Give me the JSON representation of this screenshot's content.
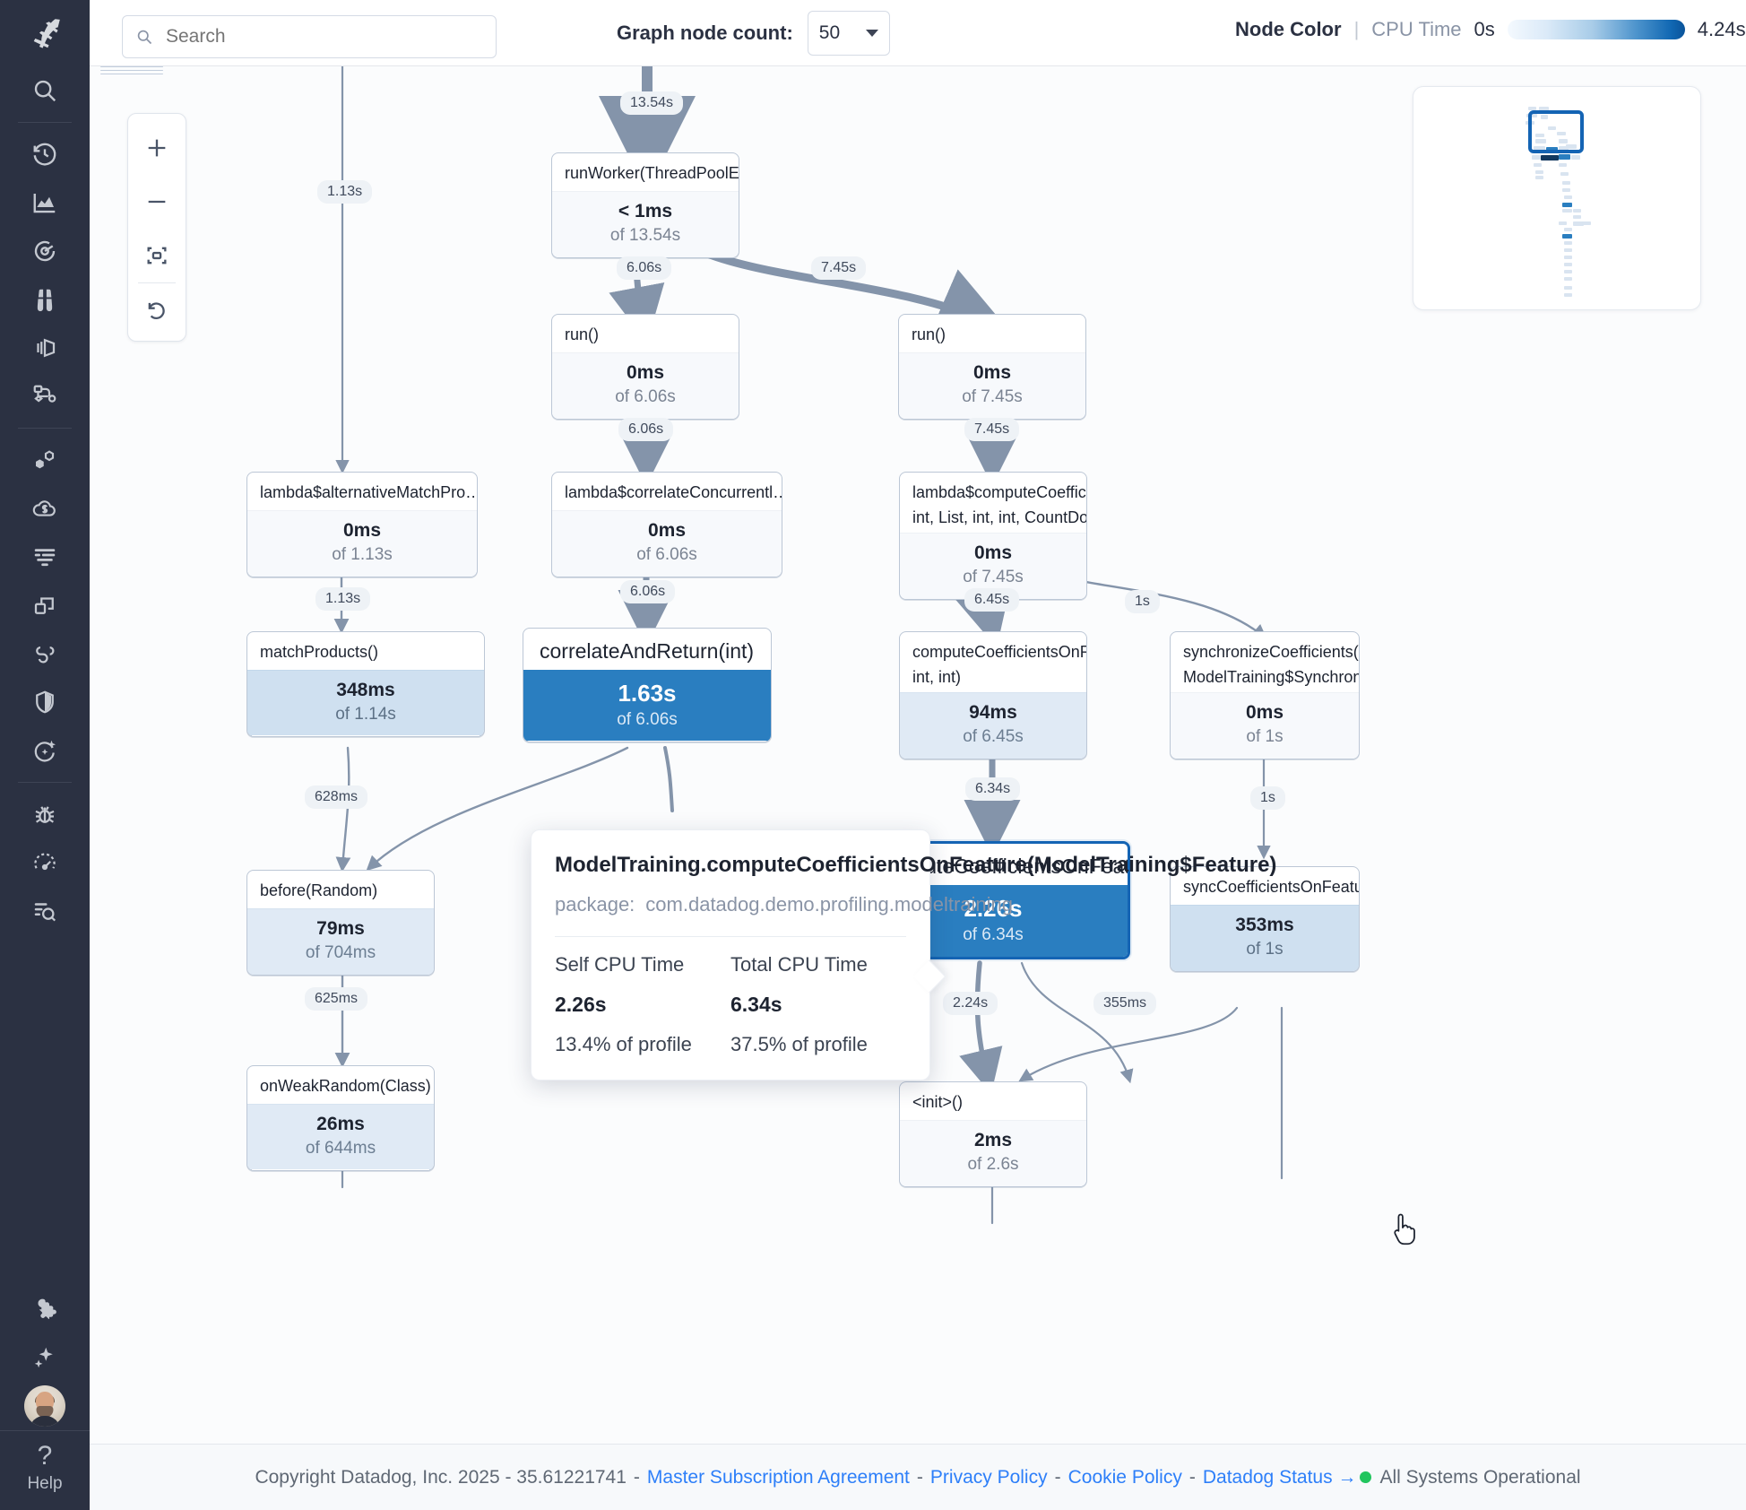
{
  "app": {
    "logo_name": "datadog-logo"
  },
  "sidebar": {
    "items": [
      {
        "icon": "search-icon",
        "name": "sidebar-item-search"
      },
      {
        "icon": "history-icon",
        "name": "sidebar-item-watchdog-history"
      },
      {
        "icon": "dashboards-icon",
        "name": "sidebar-item-dashboards"
      },
      {
        "icon": "metrics-icon",
        "name": "sidebar-item-metrics"
      },
      {
        "icon": "binoculars-icon",
        "name": "sidebar-item-watchdog"
      },
      {
        "icon": "layers-icon",
        "name": "sidebar-item-infrastructure"
      },
      {
        "icon": "service-map-icon",
        "name": "sidebar-item-apm"
      },
      {
        "icon": "containers-icon",
        "name": "sidebar-item-containers"
      },
      {
        "icon": "cloud-cost-icon",
        "name": "sidebar-item-cloud-cost"
      },
      {
        "icon": "logs-icon",
        "name": "sidebar-item-logs"
      },
      {
        "icon": "apm-traces-icon",
        "name": "sidebar-item-traces"
      },
      {
        "icon": "link-icon",
        "name": "sidebar-item-synthetics"
      },
      {
        "icon": "shield-icon",
        "name": "sidebar-item-security"
      },
      {
        "icon": "sparkle-icon",
        "name": "sidebar-item-ai"
      },
      {
        "icon": "bug-icon",
        "name": "sidebar-item-error-tracking"
      },
      {
        "icon": "gauge-icon",
        "name": "sidebar-item-performance"
      },
      {
        "icon": "profiler-search-icon",
        "name": "sidebar-item-profiler"
      },
      {
        "icon": "puzzle-icon",
        "name": "sidebar-item-integrations"
      },
      {
        "icon": "sparkles-icon",
        "name": "sidebar-item-bits-ai"
      }
    ],
    "help_label": "Help"
  },
  "topbar": {
    "search_placeholder": "Search",
    "node_count_label": "Graph node count:",
    "node_count_value": "50",
    "legend": {
      "title": "Node Color",
      "divider": "|",
      "metric": "CPU Time",
      "min": "0s",
      "max": "4.24s",
      "gradient_from": "#f4f9fe",
      "gradient_to": "#0a539a"
    }
  },
  "zoom_controls": {
    "zoom_in": "plus-icon",
    "zoom_out": "minus-icon",
    "fit": "fit-to-screen-icon",
    "reset": "reset-icon"
  },
  "graph": {
    "nodes": [
      {
        "id": "runWorker",
        "title": "runWorker(ThreadPoolExecut…)",
        "title2": "",
        "self": "< 1ms",
        "total": "of 13.54s",
        "heat": "none",
        "selected": false,
        "stacked": false,
        "big": false
      },
      {
        "id": "run_left",
        "title": "run()",
        "title2": "",
        "self": "0ms",
        "total": "of 6.06s",
        "heat": "none",
        "selected": false,
        "stacked": false,
        "big": false
      },
      {
        "id": "run_right",
        "title": "run()",
        "title2": "",
        "self": "0ms",
        "total": "of 7.45s",
        "heat": "none",
        "selected": false,
        "stacked": false,
        "big": false
      },
      {
        "id": "lambdaAlt",
        "title": "lambda$alternativeMatchPro…",
        "title2": "",
        "self": "0ms",
        "total": "of 1.13s",
        "heat": "none",
        "selected": false,
        "stacked": false,
        "big": false
      },
      {
        "id": "lambdaCorr",
        "title": "lambda$correlateConcurrentl…",
        "title2": "",
        "self": "0ms",
        "total": "of 6.06s",
        "heat": "none",
        "selected": false,
        "stacked": false,
        "big": false
      },
      {
        "id": "lambdaComp",
        "title": "lambda$computeCoefficients…",
        "title2": "int, List, int, int, CountDownLa…",
        "self": "0ms",
        "total": "of 7.45s",
        "heat": "none",
        "selected": false,
        "stacked": false,
        "big": false
      },
      {
        "id": "matchProd",
        "title": "matchProducts()",
        "title2": "",
        "self": "348ms",
        "total": "of 1.14s",
        "heat": "mid",
        "selected": false,
        "stacked": true,
        "big": false
      },
      {
        "id": "correlate",
        "title": "correlateAndReturn(int)",
        "title2": "",
        "self": "1.63s",
        "total": "of 6.06s",
        "heat": "hot",
        "selected": false,
        "stacked": true,
        "big": true
      },
      {
        "id": "compRange",
        "title": "computeCoefficientsOnRange(…",
        "title2": "int, int)",
        "self": "94ms",
        "total": "of 6.45s",
        "heat": "low",
        "selected": false,
        "stacked": false,
        "big": false
      },
      {
        "id": "syncCoef",
        "title": "synchronizeCoefficients(Coun…",
        "title2": "ModelTraining$SynchronizedL…",
        "self": "0ms",
        "total": "of 1s",
        "heat": "none",
        "selected": false,
        "stacked": false,
        "big": false
      },
      {
        "id": "before",
        "title": "before(Random)",
        "title2": "",
        "self": "79ms",
        "total": "of 704ms",
        "heat": "low",
        "selected": false,
        "stacked": false,
        "big": false
      },
      {
        "id": "compFeat",
        "title": "computeCoefficientsOnFeat…",
        "title2": "",
        "self": "2.26s",
        "total": "of 6.34s",
        "heat": "hot",
        "selected": true,
        "stacked": false,
        "big": true
      },
      {
        "id": "syncFeat",
        "title": "syncCoefficientsOnFeature(Mo…",
        "title2": "",
        "self": "353ms",
        "total": "of 1s",
        "heat": "mid",
        "selected": false,
        "stacked": false,
        "big": false
      },
      {
        "id": "onWeak",
        "title": "onWeakRandom(Class)",
        "title2": "",
        "self": "26ms",
        "total": "of 644ms",
        "heat": "low",
        "selected": false,
        "stacked": true,
        "big": false
      },
      {
        "id": "init",
        "title": "<init>()",
        "title2": "",
        "self": "2ms",
        "total": "of 2.6s",
        "heat": "none",
        "selected": false,
        "stacked": false,
        "big": false
      }
    ],
    "edge_labels": [
      {
        "id": "e_top",
        "text": "13.54s"
      },
      {
        "id": "e_alt",
        "text": "1.13s"
      },
      {
        "id": "e_worker_l",
        "text": "6.06s"
      },
      {
        "id": "e_worker_r",
        "text": "7.45s"
      },
      {
        "id": "e_runl",
        "text": "6.06s"
      },
      {
        "id": "e_runr",
        "text": "7.45s"
      },
      {
        "id": "e_lalt",
        "text": "1.13s"
      },
      {
        "id": "e_lcorr",
        "text": "6.06s"
      },
      {
        "id": "e_lcomp",
        "text": "6.45s"
      },
      {
        "id": "e_lcomp2",
        "text": "1s"
      },
      {
        "id": "e_match",
        "text": "628ms"
      },
      {
        "id": "e_before",
        "text": "625ms"
      },
      {
        "id": "e_range",
        "text": "6.34s"
      },
      {
        "id": "e_sync",
        "text": "1s"
      },
      {
        "id": "e_feat",
        "text": "2.24s"
      },
      {
        "id": "e_syncfeat",
        "text": "355ms"
      }
    ]
  },
  "tooltip": {
    "title": "ModelTraining.computeCoefficientsOnFeature(ModelTraining$Feature)",
    "package_key": "package:",
    "package_value": "com.datadog.demo.profiling.modeltraining",
    "self_header": "Self CPU Time",
    "total_header": "Total CPU Time",
    "self_value": "2.26s",
    "total_value": "6.34s",
    "self_pct": "13.4% of profile",
    "total_pct": "37.5% of profile"
  },
  "footer": {
    "copyright": "Copyright Datadog, Inc. 2025 - 35.61221741",
    "links": [
      {
        "label": "Master Subscription Agreement"
      },
      {
        "label": "Privacy Policy"
      },
      {
        "label": "Cookie Policy"
      },
      {
        "label": "Datadog Status →"
      }
    ],
    "status": "All Systems Operational",
    "status_color": "#22c55e",
    "separator": "-"
  }
}
